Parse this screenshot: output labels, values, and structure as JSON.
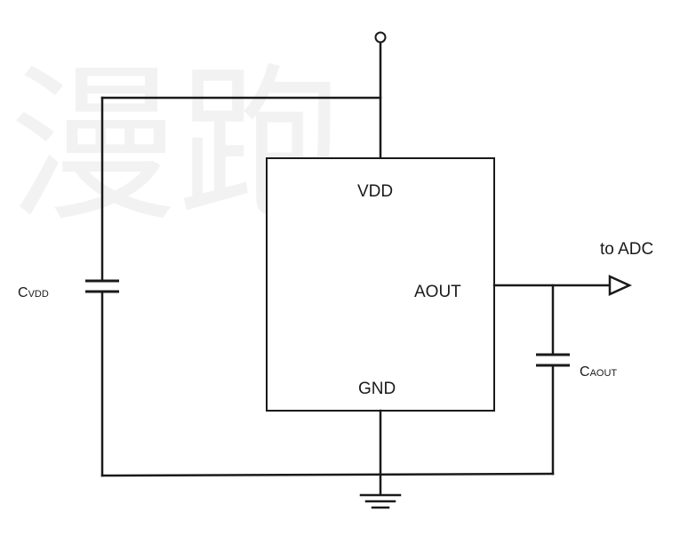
{
  "ic": {
    "pin_vdd": "VDD",
    "pin_aout": "AOUT",
    "pin_gnd": "GND"
  },
  "cap_vdd": {
    "main": "C",
    "sub": "VDD"
  },
  "cap_aout": {
    "main": "C",
    "sub": "AOUT"
  },
  "output_label": "to ADC",
  "watermark_text": "漫跑"
}
